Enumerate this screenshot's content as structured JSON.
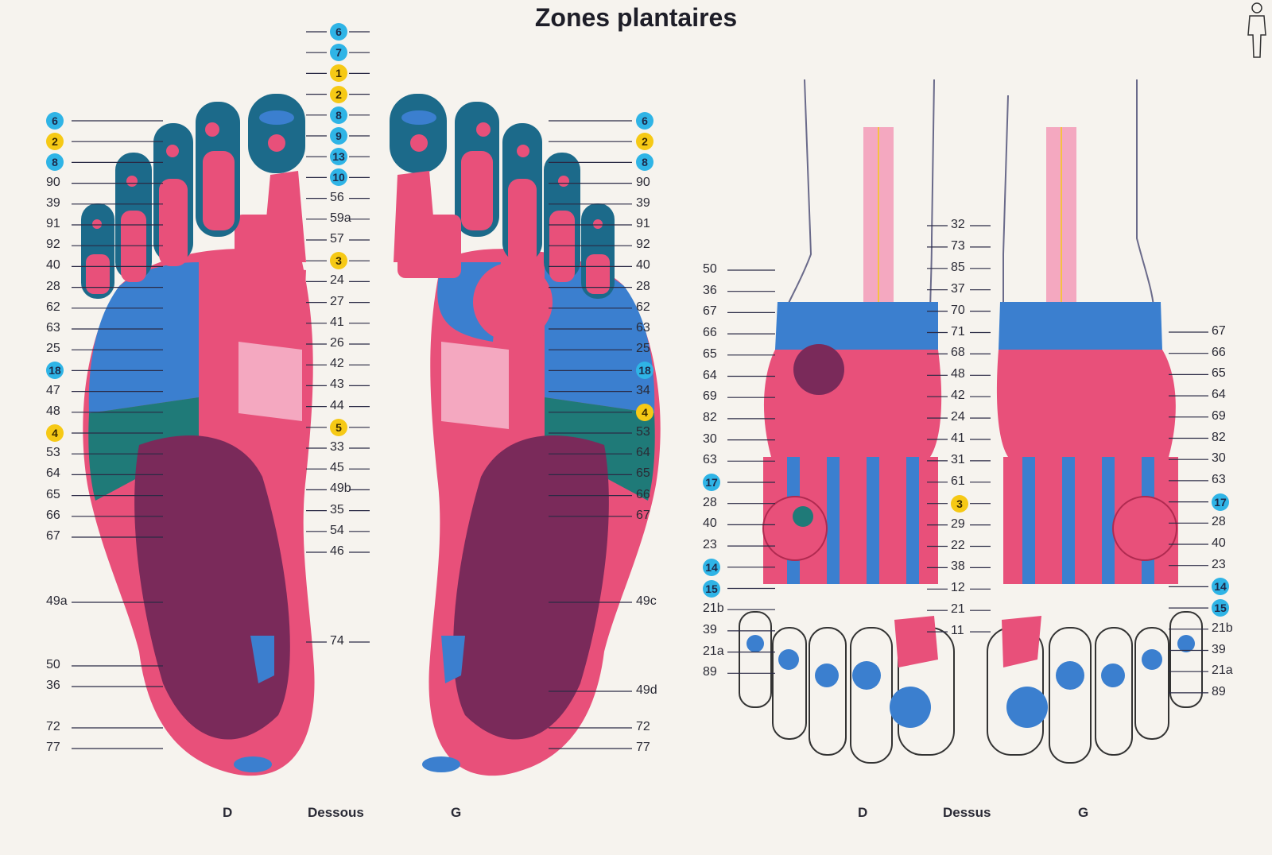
{
  "title": "Zones plantaires",
  "colors": {
    "pink": "#e8507a",
    "light_pink": "#f4a8c0",
    "blue": "#3b7fcf",
    "dark_blue": "#1c6a8a",
    "teal": "#1f7a78",
    "maroon": "#7a2a5a",
    "circle_blue": "#2fb4e6",
    "circle_yellow": "#f6c915"
  },
  "icon": "standing-person-icon",
  "captions": {
    "left_d": "D",
    "left_center": "Dessous",
    "left_g": "G",
    "right_d": "D",
    "right_center": "Dessus",
    "right_g": "G"
  },
  "sole_left_labels": [
    "6",
    "2",
    "8",
    "90",
    "39",
    "91",
    "92",
    "40",
    "28",
    "62",
    "63",
    "25",
    "18",
    "47",
    "48",
    "4",
    "53",
    "64",
    "65",
    "66",
    "67",
    "49a",
    "50",
    "36",
    "72",
    "77"
  ],
  "sole_center_labels": [
    "6",
    "7",
    "1",
    "2",
    "8",
    "9",
    "13",
    "10",
    "56",
    "59a",
    "57",
    "3",
    "24",
    "27",
    "41",
    "26",
    "42",
    "43",
    "44",
    "5",
    "33",
    "45",
    "49b",
    "35",
    "54",
    "46",
    "74"
  ],
  "sole_right_labels": [
    "6",
    "2",
    "8",
    "90",
    "39",
    "91",
    "92",
    "40",
    "28",
    "62",
    "63",
    "25",
    "18",
    "34",
    "4",
    "53",
    "64",
    "65",
    "66",
    "67",
    "49c",
    "49d",
    "72",
    "77"
  ],
  "dorsum_left_labels": [
    "50",
    "36",
    "67",
    "66",
    "65",
    "64",
    "69",
    "82",
    "30",
    "63",
    "17",
    "28",
    "40",
    "23",
    "14",
    "15",
    "21b",
    "39",
    "21a",
    "89"
  ],
  "dorsum_center_labels": [
    "32",
    "73",
    "85",
    "37",
    "70",
    "71",
    "68",
    "48",
    "42",
    "24",
    "41",
    "31",
    "61",
    "3",
    "29",
    "22",
    "38",
    "12",
    "21",
    "11"
  ],
  "dorsum_right_labels": [
    "67",
    "66",
    "65",
    "64",
    "69",
    "82",
    "30",
    "63",
    "17",
    "28",
    "40",
    "23",
    "14",
    "15",
    "21b",
    "39",
    "21a",
    "89"
  ]
}
